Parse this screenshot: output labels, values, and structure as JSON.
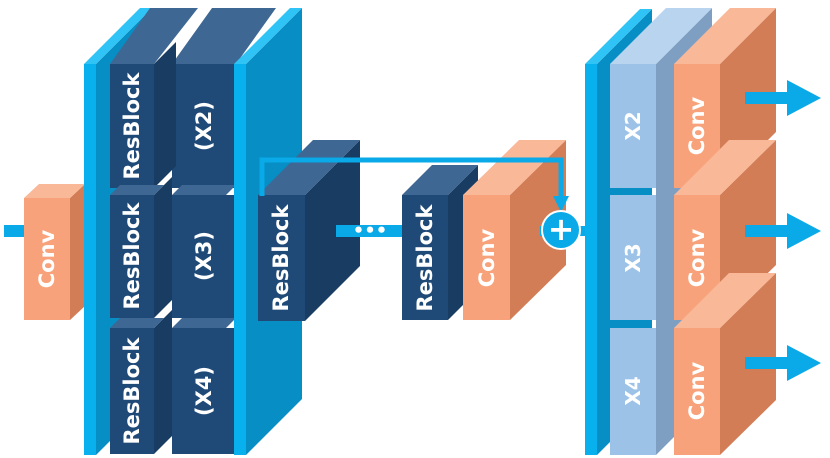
{
  "colors": {
    "conv_front": "#f7a27a",
    "conv_side": "#d27d55",
    "conv_top": "#f9b898",
    "resblock_front": "#1f4a78",
    "resblock_side": "#193c63",
    "resblock_top": "#3e6893",
    "upsample_front": "#9dc2e8",
    "upsample_side": "#7f9fc2",
    "upsample_top": "#b9d4ef",
    "separator_front": "#08b1ee",
    "separator_side": "#078ec5",
    "separator_top": "#2fc4f5",
    "arrow": "#0aa9e8"
  },
  "input_conv": {
    "label": "Conv"
  },
  "encoder": {
    "rows": [
      {
        "block_label": "ResBlock",
        "repeat_label": "(X2)"
      },
      {
        "block_label": "ResBlock",
        "repeat_label": "(X3)"
      },
      {
        "block_label": "ResBlock",
        "repeat_label": "(X4)"
      }
    ]
  },
  "middle": {
    "first_block_label": "ResBlock",
    "dots": "•••",
    "last_block_label": "ResBlock",
    "conv_label": "Conv",
    "add_symbol": "+"
  },
  "decoder": {
    "rows": [
      {
        "scale_label": "X2",
        "conv_label": "Conv"
      },
      {
        "scale_label": "X3",
        "conv_label": "Conv"
      },
      {
        "scale_label": "X4",
        "conv_label": "Conv"
      }
    ]
  }
}
